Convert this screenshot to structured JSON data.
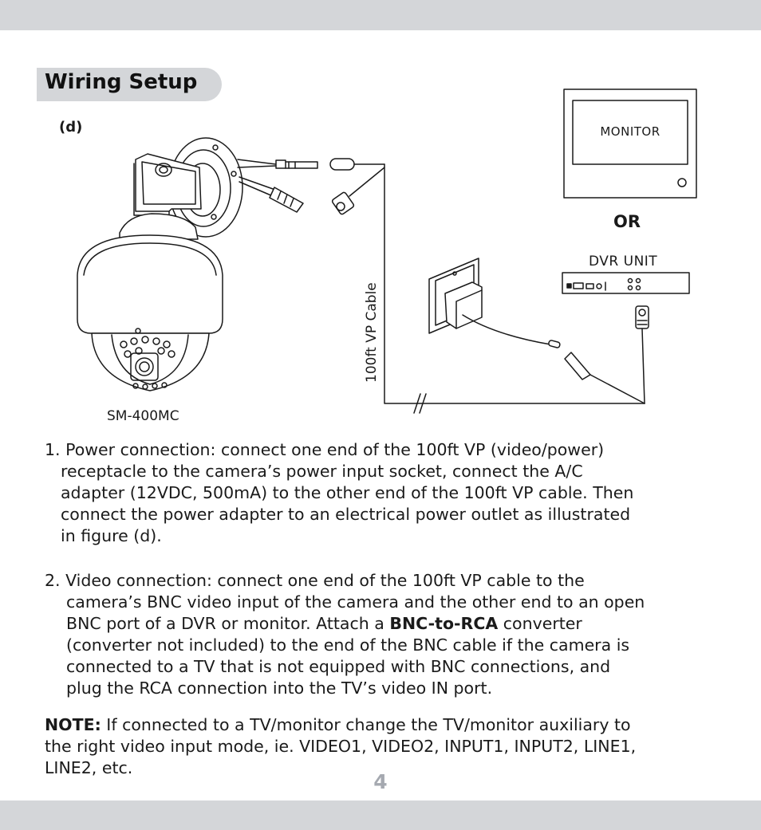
{
  "header": {
    "title": "Wiring Setup"
  },
  "figure": {
    "label": "(d)",
    "camera_model": "SM-400MC",
    "monitor_label": "MONITOR",
    "or_label": "OR",
    "dvr_label": "DVR UNIT",
    "cable_label": "100ft VP Cable"
  },
  "paragraphs": {
    "p1": [
      "1. Power connection: connect one end of the 100ft VP (video/power)",
      "receptacle to the camera’s power input socket, connect the A/C",
      "adapter (12VDC, 500mA) to the other end of the 100ft VP cable. Then",
      "connect the power adapter to an electrical power outlet as illustrated",
      "in figure (d)."
    ],
    "p2": {
      "line1": "2. Video connection: connect one end of the 100ft VP cable to the",
      "line2": "camera’s BNC video input of the camera and the other end to an open",
      "line3_before": "BNC port of a DVR or monitor. Attach a ",
      "line3_bold": "BNC-to-RCA",
      "line3_after": " converter",
      "line4": "(converter not included) to the end of the BNC cable if the camera is",
      "line5": "connected to a TV that is not equipped with BNC connections, and",
      "line6": "plug the RCA connection into the TV’s video IN port."
    },
    "note": {
      "label": "NOTE:",
      "line1": " If connected to a TV/monitor change the TV/monitor auxiliary to",
      "line2": "the right video input mode, ie. VIDEO1, VIDEO2, INPUT1, INPUT2, LINE1,",
      "line3": "LINE2, etc."
    }
  },
  "footer": {
    "page_number": "4"
  },
  "colors": {
    "band": "#d4d6d9",
    "page_number": "#a5a9b0",
    "text": "#1a1a1a"
  }
}
